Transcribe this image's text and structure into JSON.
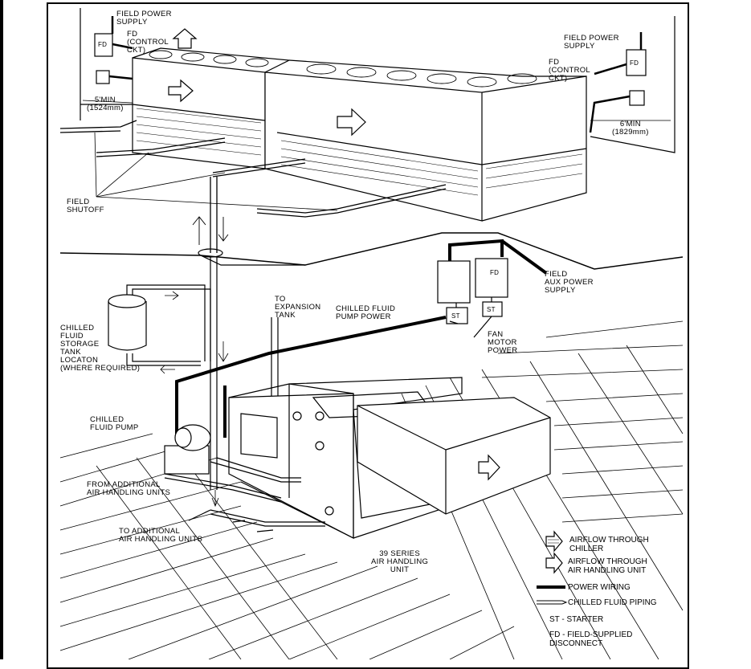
{
  "labels": {
    "field_power_supply_left": "FIELD POWER\nSUPPLY",
    "fd_control_left": "FD\n(CONTROL\nCKT)",
    "field_power_supply_right": "FIELD POWER\nSUPPLY",
    "fd_control_right": "FD\n(CONTROL\nCKT)",
    "clearance_left": "5'MIN\n(1524mm)",
    "clearance_right": "6'MIN\n(1829mm)",
    "field_shutoff": "FIELD\nSHUTOFF",
    "field_aux_power": "FIELD\nAUX POWER\nSUPPLY",
    "to_expansion_tank": "TO\nEXPANSION\nTANK",
    "chilled_fluid_pump_power": "CHILLED FLUID\nPUMP POWER",
    "fan_motor_power": "FAN\nMOTOR\nPOWER",
    "storage_tank": "CHILLED\nFLUID\nSTORAGE\nTANK\nLOCATON\n(WHERE REQUIRED)",
    "chilled_fluid_pump": "CHILLED\nFLUID PUMP",
    "from_additional_ahu": "FROM ADDITIONAL\nAIR HANDLING UNITS",
    "to_additional_ahu": "TO ADDITIONAL\nAIR HANDLING UNITS",
    "ahu_39_series": "39 SERIES\nAIR HANDLING\nUNIT",
    "fd_box": "FD",
    "st_box": "ST"
  },
  "legend": {
    "airflow_chiller": "AIRFLOW THROUGH\nCHILLER",
    "airflow_ahu": "AIRFLOW THROUGH\nAIR HANDLING UNIT",
    "power_wiring": "POWER WIRING",
    "chilled_piping": "CHILLED FLUID PIPING",
    "starter": "ST - STARTER",
    "disconnect": "FD - FIELD-SUPPLIED\nDISCONNECT"
  },
  "colors": {
    "ink": "#000000",
    "paper": "#ffffff"
  }
}
